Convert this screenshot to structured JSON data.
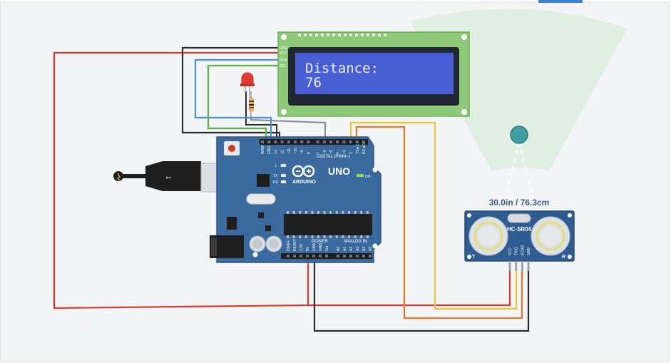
{
  "lcd": {
    "line1": "Distance:",
    "line2": "76",
    "pins": [
      "GND",
      "VCC",
      "SDA",
      "SCL"
    ]
  },
  "arduino": {
    "brand": "ARDUINO",
    "model": "UNO",
    "digital_label": "DIGITAL (PWM~)",
    "power_label": "POWER",
    "analog_label": "ANALOG IN",
    "tx": "TX",
    "rx": "RX",
    "l": "L",
    "on": "ON",
    "digital_pins": [
      "AREF",
      "GND",
      "13",
      "12",
      "~11",
      "~10",
      "~9",
      "8",
      "7",
      "~6",
      "~5",
      "4",
      "~3",
      "2",
      "TX►1",
      "RX◄0"
    ],
    "power_pins": [
      "IOREF",
      "RESET",
      "3.3V",
      "5V",
      "GND",
      "GND",
      "Vin"
    ],
    "analog_pins": [
      "A0",
      "A1",
      "A2",
      "A3",
      "A4",
      "A5"
    ]
  },
  "sensor": {
    "model": "HC-SR04",
    "readout": "30.0in / 76.3cm",
    "left_mark": "T",
    "right_mark": "R",
    "pins": [
      "VCC",
      "TRIG",
      "ECHO",
      "GND"
    ]
  },
  "colors": {
    "canvas": "#f3f4f6",
    "board": "#3a6a9e",
    "lcd_frame": "#8ec97a",
    "lcd_screen": "#4a5ed4",
    "sensor_board": "#2f5c91",
    "wire_red": "#d63a2f",
    "wire_black": "#2b2b2b",
    "wire_blue": "#4a8fd6",
    "wire_green": "#5fb04a",
    "wire_yellow": "#e8c53a",
    "wire_orange": "#e0782f",
    "sensor_range": "#dfeee0"
  }
}
